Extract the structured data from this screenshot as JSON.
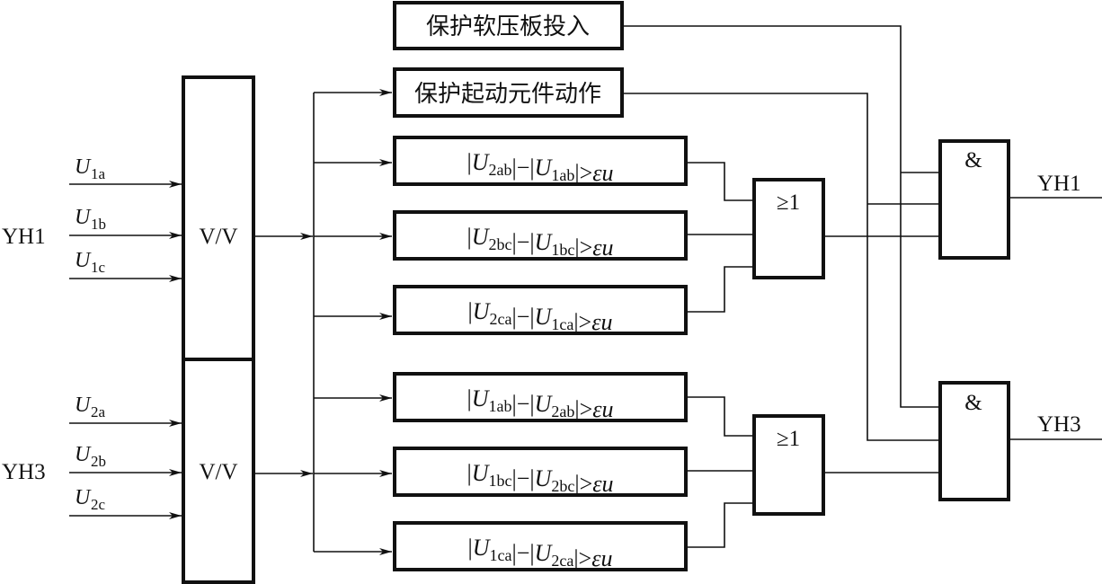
{
  "diagram": {
    "sources": [
      {
        "label": "YH1",
        "inputs": [
          {
            "symbol": "U",
            "sub": "1a"
          },
          {
            "symbol": "U",
            "sub": "1b"
          },
          {
            "symbol": "U",
            "sub": "1c"
          }
        ],
        "converter": "V/V"
      },
      {
        "label": "YH3",
        "inputs": [
          {
            "symbol": "U",
            "sub": "2a"
          },
          {
            "symbol": "U",
            "sub": "2b"
          },
          {
            "symbol": "U",
            "sub": "2c"
          }
        ],
        "converter": "V/V"
      }
    ],
    "condition_boxes": {
      "soft_plate": "保护软压板投入",
      "start_element": "保护起动元件动作"
    },
    "comparators": [
      {
        "a": "2ab",
        "b": "1ab",
        "rhs": "εu"
      },
      {
        "a": "2bc",
        "b": "1bc",
        "rhs": "εu"
      },
      {
        "a": "2ca",
        "b": "1ca",
        "rhs": "εu"
      },
      {
        "a": "1ab",
        "b": "2ab",
        "rhs": "εu"
      },
      {
        "a": "1bc",
        "b": "2bc",
        "rhs": "εu"
      },
      {
        "a": "1ca",
        "b": "2ca",
        "rhs": "εu"
      }
    ],
    "or_gate_label": "≥1",
    "and_gate_label": "&",
    "outputs": [
      "YH1",
      "YH3"
    ]
  }
}
